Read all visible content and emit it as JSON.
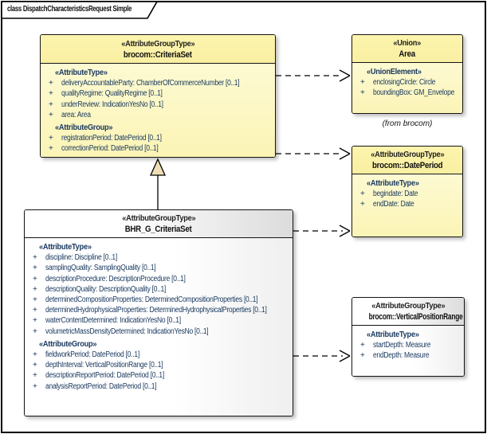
{
  "frame": {
    "title": "class DispatchCharacteristicsRequest Simple"
  },
  "symbols": {
    "plus": "+"
  },
  "colors": {
    "box_yellow_header": "#FBF3AC",
    "box_yellow_body": "#FCF8C9",
    "box_grey_edge": "#DCDCDC",
    "attr_text": "#17375E",
    "generalization_fill": "#F0DFB6",
    "line": "#000000"
  },
  "classes": {
    "criteria_set": {
      "stereotype": "«AttributeGroupType»",
      "name": "brocom::CriteriaSet",
      "type_label": "«AttributeType»",
      "group_label": "«AttributeGroup»",
      "type_attrs": [
        "deliveryAccountableParty: ChamberOfCommerceNumber [0..1]",
        "qualityRegime: QualityRegime [0..1]",
        "underReview: IndicationYesNo [0..1]",
        "area: Area"
      ],
      "group_attrs": [
        "registrationPeriod: DatePeriod [0..1]",
        "correctionPeriod: DatePeriod [0..1]"
      ]
    },
    "area": {
      "stereotype": "«Union»",
      "name": "Area",
      "type_label": "«UnionElement»",
      "type_attrs": [
        "enclosingCircle: Circle",
        "boundingBox: GM_Envelope"
      ],
      "note": "(from brocom)"
    },
    "date_period": {
      "stereotype": "«AttributeGroupType»",
      "name": "brocom::DatePeriod",
      "type_label": "«AttributeType»",
      "type_attrs": [
        "begindate: Date",
        "endDate: Date"
      ]
    },
    "bhr_g_criteria_set": {
      "stereotype": "«AttributeGroupType»",
      "name": "BHR_G_CriteriaSet",
      "type_label": "«AttributeType»",
      "group_label": "«AttributeGroup»",
      "type_attrs": [
        "discipline: Discipline [0..1]",
        "samplingQuality: SamplingQuality [0..1]",
        "descriptionProcedure: DescriptionProcedure [0..1]",
        "descriptionQuality: DescriptionQuality [0..1]",
        "determinedCompositionProperties: DeterminedCompositionProperties [0..1]",
        "determinedHydrophysicalProperties: DeterminedHydrophysicalProperties [0..1]",
        "waterContentDetermined: IndicationYesNo [0..1]",
        "volumetricMassDensityDetermined: IndicationYesNo [0..1]"
      ],
      "group_attrs": [
        "fieldworkPeriod: DatePeriod [0..1]",
        "depthInterval: VerticalPositionRange [0..1]",
        "descriptionReportPeriod: DatePeriod [0..1]",
        "analysisReportPeriod: DatePeriod [0..1]"
      ]
    },
    "vertical_position_range": {
      "stereotype": "«AttributeGroupType»",
      "name": "brocom::VerticalPositionRange",
      "type_label": "«AttributeType»",
      "type_attrs": [
        "startDepth: Measure",
        "endDepth: Measure"
      ]
    }
  }
}
